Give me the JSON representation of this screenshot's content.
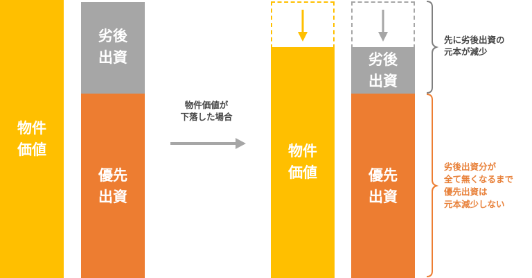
{
  "colors": {
    "property": "#FFBF00",
    "subordinated": "#A6A6A6",
    "senior": "#ED7D31",
    "arrow": "#A6A6A6",
    "orange_text": "#E8813A",
    "gray_text": "#444444"
  },
  "before": {
    "property_label": [
      "物件",
      "価値"
    ],
    "subordinated_label": [
      "劣後",
      "出資"
    ],
    "senior_label": [
      "優先",
      "出資"
    ]
  },
  "middle_caption": [
    "物件価値が",
    "下落した場合"
  ],
  "after": {
    "property_label": [
      "物件",
      "価値"
    ],
    "subordinated_label": [
      "劣後",
      "出資"
    ],
    "senior_label": [
      "優先",
      "出資"
    ]
  },
  "notes": {
    "top": [
      "先に劣後出資の",
      "元本が減少"
    ],
    "bottom": [
      "劣後出資分が",
      "全て無くなるまで",
      "優先出資は",
      "元本減少しない"
    ]
  },
  "icons": {
    "arrow_right": "arrow-right-icon",
    "arrow_down": "arrow-down-icon",
    "brace": "right-brace-icon"
  }
}
